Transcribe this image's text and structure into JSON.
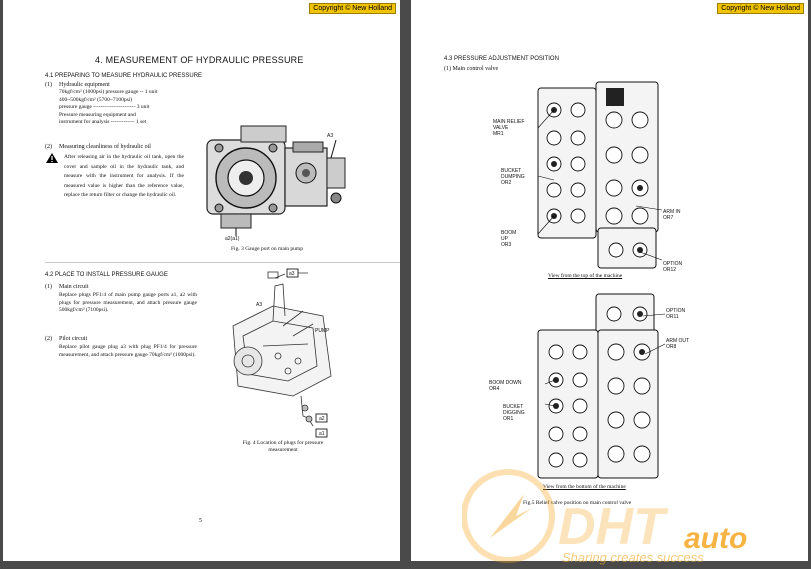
{
  "copyright": "Copyright © New Holland",
  "left": {
    "title": "4.   MEASUREMENT OF HYDRAULIC PRESSURE",
    "s41_title": "4.1  PREPARING TO MEASURE HYDRAULIC PRESSURE",
    "s41_item1_num": "(1)",
    "s41_item1_head": "Hydraulic equipment",
    "equip_lines": [
      "70kgf/cm² (1000psi) pressure gauge  --  1 unit",
      "400~500kgf/cm² (5700~7100psi)",
      "pressure gauge  -----------------------  3 unit",
      "Pressure measuring equipment and",
      "instrument for analysis  -------------  1 set"
    ],
    "s41_item2_num": "(2)",
    "s41_item2_head": "Measuring cleanliness of hydraulic oil",
    "warning_text": "After releasing air in the hydraulic oil tank, open the cover and sample oil in the hydraulic tank, and measure with the instrument for analysis. If the measured value is higher than the reference value, replace the return filter or change the hydraulic oil.",
    "fig3_label_a3": "A3",
    "fig3_label_a2": "a2(a1)",
    "fig3_caption": "Fig. 3    Gauge port on main pump",
    "s42_title": "4.2  PLACE TO INSTALL PRESSURE GAUGE",
    "s42_item1_num": "(1)",
    "s42_item1_head": "Main circuit",
    "main_circuit_text": "Replace plugs PF1/4 of main pump gauge ports a1, a2 with plugs for pressure measurement, and attach pressure gauge 500kgf/cm² (7100psi).",
    "s42_item2_num": "(2)",
    "s42_item2_head": "Pilot circuit",
    "pilot_text": "Replace pilot gauge plug a3 with plug PF1/4 for pressure measurement, and attach pressure gauge 70kgf/cm² (1000psi).",
    "fig4_labels": {
      "a3": "a3",
      "A3": "A3",
      "pump": "PUMP",
      "a2": "a2",
      "a1": "a1"
    },
    "fig4_caption": "Fig. 4    Location of plugs for pressure\nmeasurement",
    "page_number": "5"
  },
  "right": {
    "s43_title": "4.3  PRESSURE ADJUSTMENT POSITION",
    "s43_item1": "(1)   Main control valve",
    "top_labels": {
      "main_relief": "MAIN RELIEF\nVALVE\nMR1",
      "bucket_dumping": "BUCKET\nDUMPING\nOR2",
      "boom_up": "BOOM\nUP\nOR3",
      "arm_in": "ARM IN\nOR7",
      "option_or12": "OPTION\nOR12"
    },
    "top_view_caption": "View from the top of the machine",
    "bottom_labels": {
      "option_or11": "OPTION\nOR11",
      "arm_out": "ARM OUT\nOR8",
      "boom_down": "BOOM DOWN\nOR4",
      "bucket_digging": "BUCKET\nDIGGING\nOR1"
    },
    "bottom_view_caption": "View from the bottom of the machine",
    "fig5_caption": "Fig.5      Relief valve position on main control valve"
  },
  "watermark": {
    "text": "DHTauto",
    "tagline": "Sharing creates success"
  },
  "colors": {
    "copyright_bg": "#f2c400",
    "watermark": "#f5a623",
    "page_bg": "#ffffff",
    "backdrop": "#4a4a4a"
  }
}
